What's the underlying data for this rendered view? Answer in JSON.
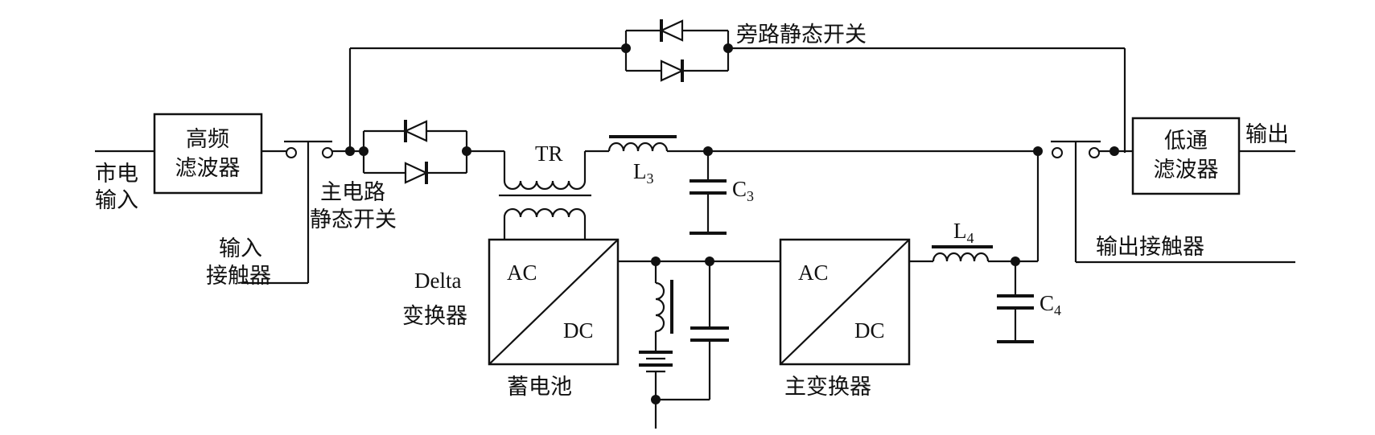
{
  "blocks": {
    "hf_filter": [
      "高频",
      "滤波器"
    ],
    "lp_filter": [
      "低通",
      "滤波器"
    ],
    "delta_ac": "AC",
    "delta_dc": "DC",
    "main_ac": "AC",
    "main_dc": "DC"
  },
  "labels": {
    "mains_input": [
      "市电",
      "输入"
    ],
    "output": "输出",
    "bypass_switch": "旁路静态开关",
    "main_switch": [
      "主电路",
      "静态开关"
    ],
    "input_contactor": [
      "输入",
      "接触器"
    ],
    "output_contactor": "输出接触器",
    "transformer": "TR",
    "l3": "L",
    "l3_sub": "3",
    "c3": "C",
    "c3_sub": "3",
    "l4": "L",
    "l4_sub": "4",
    "c4": "C",
    "c4_sub": "4",
    "delta_converter": [
      "Delta",
      "变换器"
    ],
    "battery": "蓄电池",
    "main_converter": "主变换器"
  }
}
